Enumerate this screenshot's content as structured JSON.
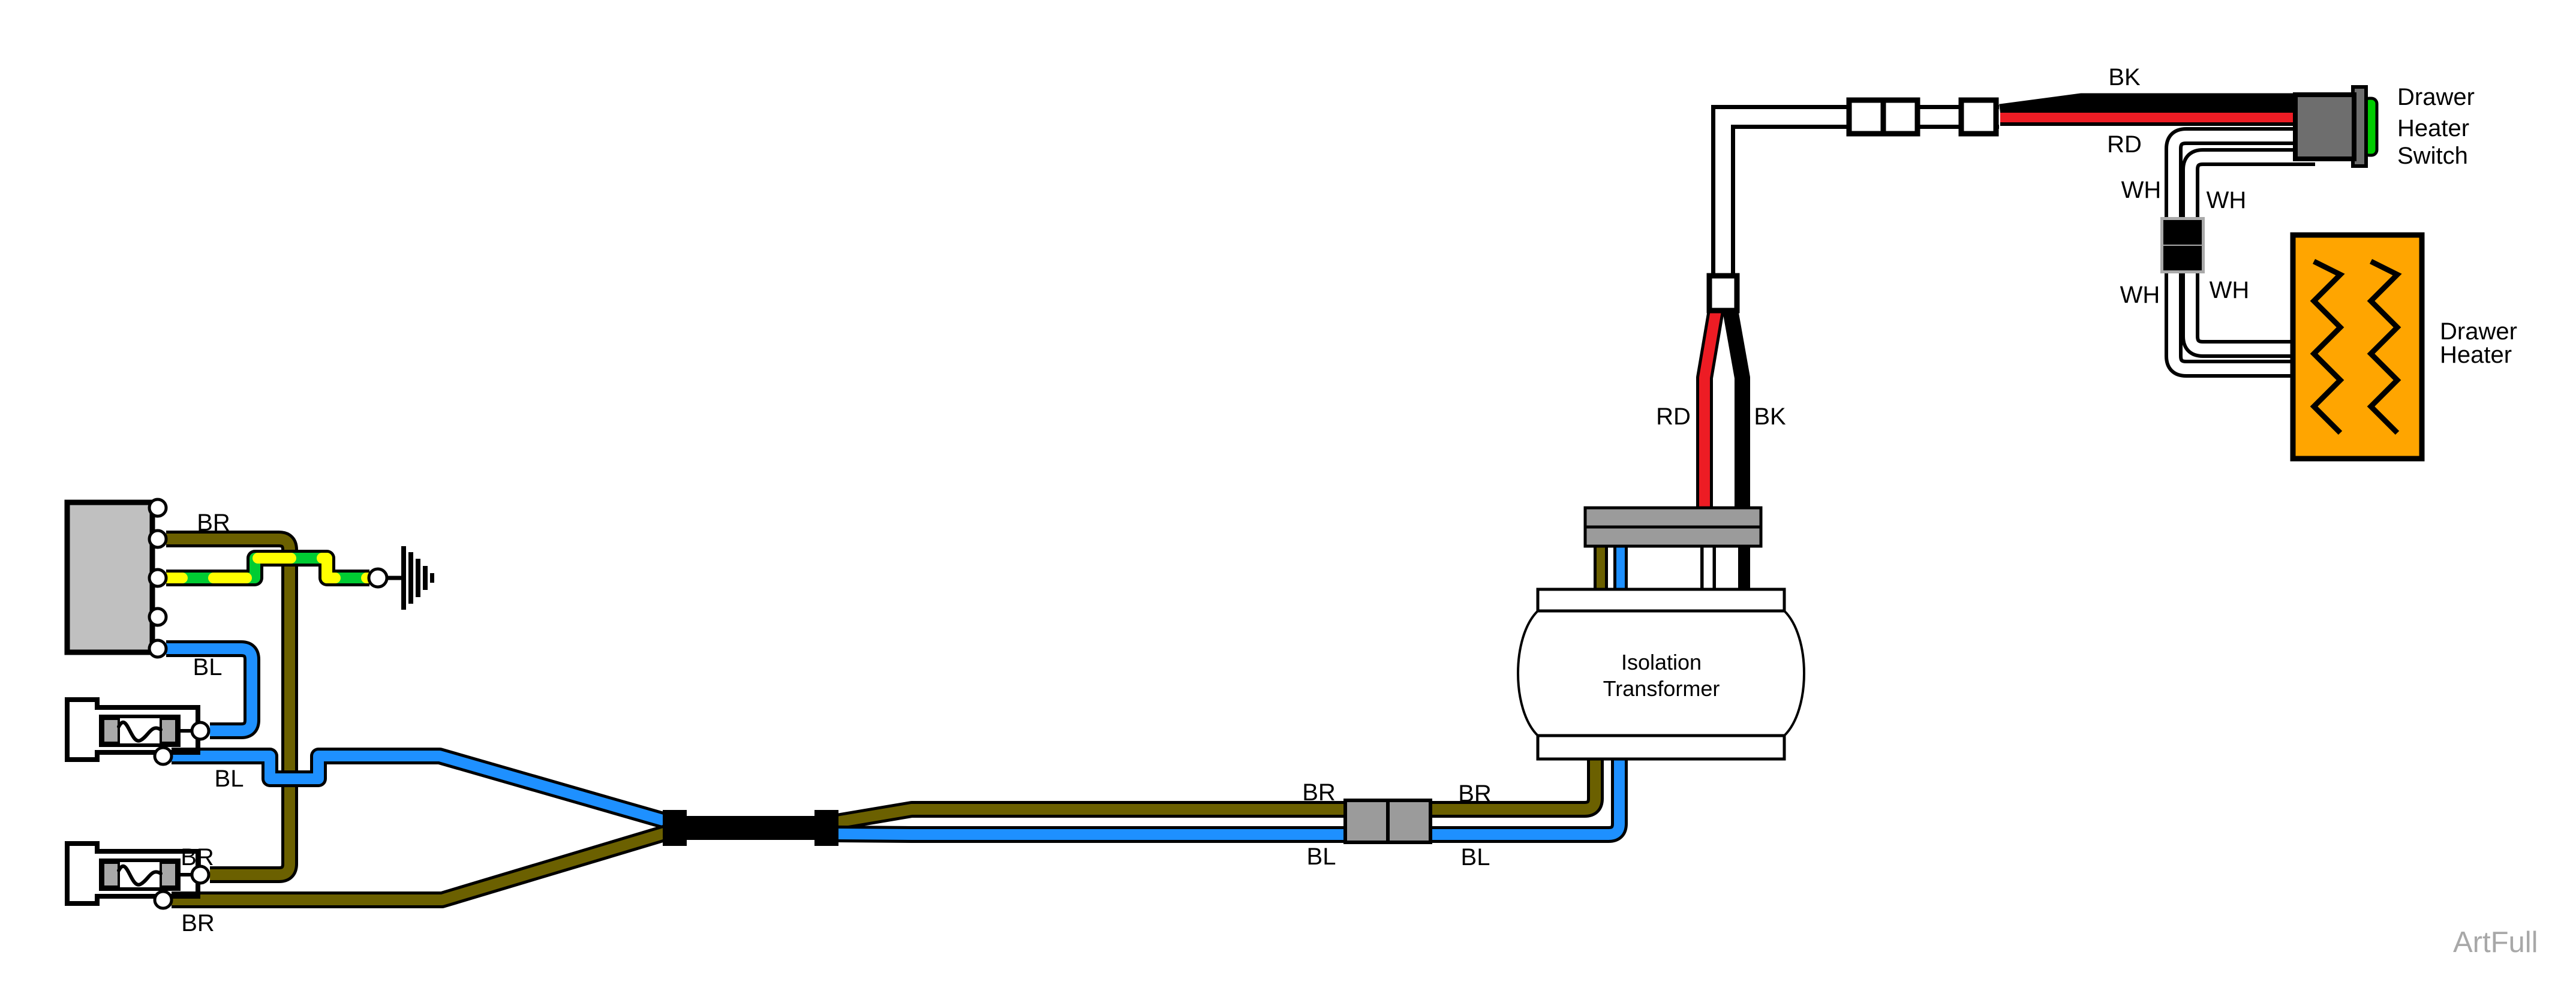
{
  "labels": {
    "br": "BR",
    "bl": "BL",
    "rd": "RD",
    "bk": "BK",
    "wh": "WH"
  },
  "components": {
    "isolation_transformer": {
      "line1": "Isolation",
      "line2": "Transformer"
    },
    "drawer_heater_switch": {
      "line1": "Drawer",
      "line2": "Heater",
      "line3": "Switch"
    },
    "drawer_heater": {
      "line1": "Drawer",
      "line2": "Heater"
    }
  },
  "watermark": "ArtFull",
  "colors": {
    "wire_brown": "#6B6000",
    "wire_blue": "#1E90FF",
    "wire_red": "#ED1C24",
    "wire_white": "#FFFFFF",
    "earth_green": "#00CC33",
    "earth_yellow": "#FFFF00",
    "connector_gray": "#C0C0C0",
    "fuse_housing_gray": "#E8E8E8",
    "fuse_cap_gray": "#A9A9A9",
    "transformer_gray": "#BEBEBE",
    "bar_gray": "#9B9B9B",
    "switch_gray": "#6E6E6E",
    "switch_green": "#00CC00",
    "heater_orange": "#FFA500",
    "watermark_gray": "#A8A8A8"
  }
}
